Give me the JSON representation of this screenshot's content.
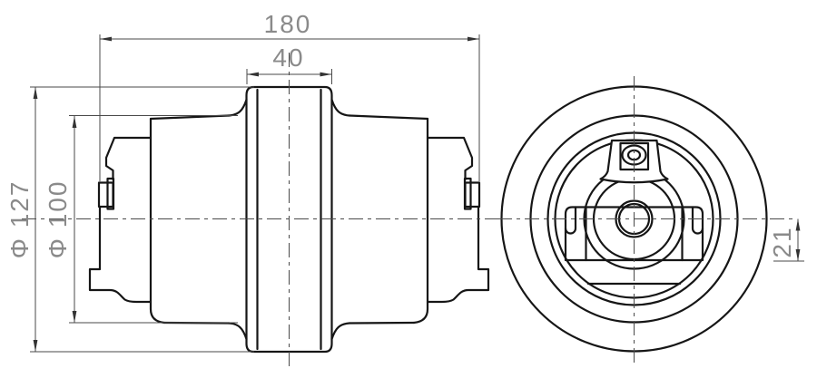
{
  "meta": {
    "title": "Track roller engineering drawing",
    "drawing_type": "two-view orthographic CAD drawing",
    "views": {
      "left": "side section view of roller",
      "right": "end view with mounting bracket and grease fitting"
    }
  },
  "dimensions": {
    "overall_length": {
      "label": "180"
    },
    "hub_width": {
      "label": "40"
    },
    "outer_diameter": {
      "label": "Φ 127"
    },
    "tread_diameter": {
      "label": "Φ 100"
    },
    "bracket_offset": {
      "label": "21"
    }
  },
  "colors": {
    "outline": "#161616",
    "thin_line": "#4a4a4a",
    "dim_text": "#8a8a8a",
    "background": "#ffffff"
  }
}
